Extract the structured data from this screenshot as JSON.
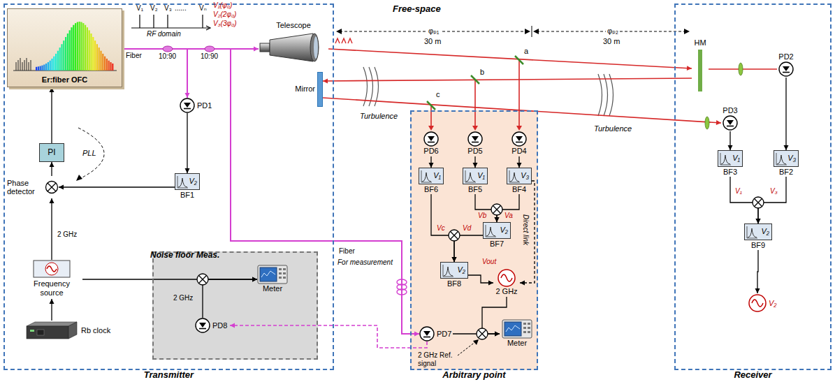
{
  "diagram": {
    "nodes": [
      {
        "text": [
          "Transmitter"
        ]
      },
      {
        "text": [
          "Er:fiber OFC"
        ],
        "in": 0
      },
      {
        "text": [
          "Telescope"
        ],
        "in": 0
      },
      {
        "text": [
          "Mirror"
        ],
        "in": 0
      },
      {
        "text": [
          "PD1"
        ],
        "in": 0
      },
      {
        "text": [
          "V₂",
          "BF1"
        ],
        "in": 0
      },
      {
        "text": [
          "PI"
        ],
        "in": 0
      },
      {
        "text": [
          "Phase detector"
        ],
        "in": 0
      },
      {
        "text": [
          "Frequency source"
        ],
        "in": 0
      },
      {
        "text": [
          "Rb clock"
        ],
        "in": 0
      },
      {
        "text": [
          "Noise floor Meas."
        ],
        "in": 0
      },
      {
        "text": [
          "Meter"
        ],
        "in": 10
      },
      {
        "text": [
          "PD8"
        ],
        "in": 10
      },
      {
        "text": [
          "Arbitrary point"
        ]
      },
      {
        "text": [
          "PD6"
        ],
        "in": 13
      },
      {
        "text": [
          "PD5"
        ],
        "in": 13
      },
      {
        "text": [
          "PD4"
        ],
        "in": 13
      },
      {
        "text": [
          "V₁",
          "BF6"
        ],
        "in": 13
      },
      {
        "text": [
          "V₁",
          "BF5"
        ],
        "in": 13
      },
      {
        "text": [
          "V₃",
          "BF4"
        ],
        "in": 13
      },
      {
        "text": [
          "V₂",
          "BF7"
        ],
        "in": 13
      },
      {
        "text": [
          "V₂",
          "BF8"
        ],
        "in": 13
      },
      {
        "text": [
          "2 GHz"
        ],
        "in": 13
      },
      {
        "text": [
          "PD7"
        ],
        "in": 13
      },
      {
        "text": [
          "Meter"
        ],
        "in": 13
      },
      {
        "text": [
          "Receiver"
        ]
      },
      {
        "text": [
          "HM"
        ],
        "in": 25
      },
      {
        "text": [
          "PD2"
        ],
        "in": 25
      },
      {
        "text": [
          "PD3"
        ],
        "in": 25
      },
      {
        "text": [
          "V₁",
          "BF3"
        ],
        "in": 25
      },
      {
        "text": [
          "V₃",
          "BF2"
        ],
        "in": 25
      },
      {
        "text": [
          "V₂",
          "BF9"
        ],
        "in": 25
      },
      {
        "text": [
          "V₂"
        ],
        "in": 25
      }
    ],
    "edges": [
      {
        "from": 1,
        "to": 2,
        "arrow": "to"
      },
      {
        "from": 1,
        "to": 4,
        "arrow": "to"
      },
      {
        "from": 1,
        "to": 23,
        "arrow": "to"
      },
      {
        "from": 4,
        "to": 5,
        "arrow": "to"
      },
      {
        "from": 5,
        "to": 7,
        "arrow": "to"
      },
      {
        "from": 8,
        "to": 7,
        "arrow": "to"
      },
      {
        "from": 7,
        "to": 6,
        "arrow": "to"
      },
      {
        "from": 6,
        "to": 1,
        "arrow": "to"
      },
      {
        "from": 9,
        "to": 8,
        "arrow": "to"
      },
      {
        "from": 8,
        "to": 11,
        "arrow": "to"
      },
      {
        "from": 12,
        "to": 11,
        "arrow": "to"
      },
      {
        "from": 14,
        "to": 17,
        "arrow": "to"
      },
      {
        "from": 15,
        "to": 18,
        "arrow": "to"
      },
      {
        "from": 16,
        "to": 19,
        "arrow": "to"
      },
      {
        "from": 18,
        "to": 20,
        "arrow": "to"
      },
      {
        "from": 19,
        "to": 20,
        "arrow": "to"
      },
      {
        "from": 17,
        "to": 21,
        "arrow": "to"
      },
      {
        "from": 20,
        "to": 21,
        "arrow": "to"
      },
      {
        "from": 19,
        "to": 22,
        "label": "Direct link",
        "arrow": "to"
      },
      {
        "from": 21,
        "to": 22,
        "arrow": "to"
      },
      {
        "from": 22,
        "to": 24,
        "arrow": "to"
      },
      {
        "from": 23,
        "to": 24,
        "arrow": "to"
      },
      {
        "from": 23,
        "to": 12,
        "arrow": "to"
      },
      {
        "from": 2,
        "to": 26,
        "arrow": "to"
      },
      {
        "from": 26,
        "to": 3,
        "arrow": "to"
      },
      {
        "from": 3,
        "to": 28,
        "arrow": "to"
      },
      {
        "from": 26,
        "to": 27,
        "arrow": "none"
      },
      {
        "from": 28,
        "to": 29,
        "arrow": "to"
      },
      {
        "from": 27,
        "to": 30,
        "arrow": "to"
      },
      {
        "from": 29,
        "to": 31,
        "arrow": "to"
      },
      {
        "from": 30,
        "to": 31,
        "arrow": "to"
      },
      {
        "from": 31,
        "to": 32,
        "arrow": "to"
      }
    ],
    "labels": [
      "Free-space",
      "φₚ₁",
      "30 m",
      "φₚ₂",
      "30 m",
      "V₁",
      "V₂",
      "V₃",
      "......",
      "Vₙ",
      "RF domain",
      "V₁(φ₀)",
      "V₂(2φ₀)",
      "V₃(3φ₀)",
      "Fiber",
      "10:90",
      "10:90",
      "PLL",
      "2 GHz",
      "2 GHz",
      "Turbulence",
      "Turbulence",
      "a",
      "b",
      "c",
      "Vb",
      "Va",
      "Vc",
      "Vd",
      "Vout",
      "Fiber",
      "For measurement",
      "2 GHz Ref. signal",
      "V₁",
      "V₃"
    ]
  }
}
